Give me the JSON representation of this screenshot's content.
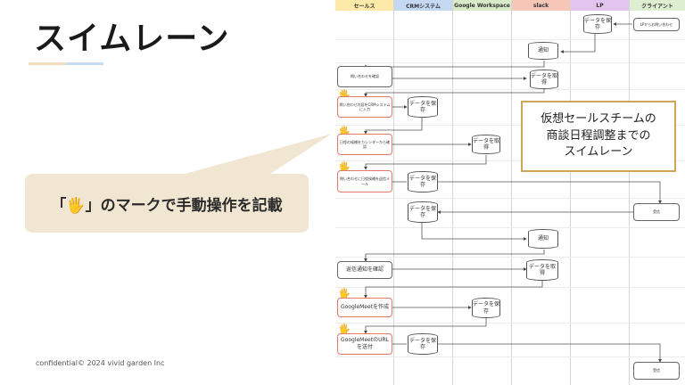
{
  "slide": {
    "title": "スイムレーン",
    "callout": "「🖐」のマークで手動操作を記載",
    "footer": "confidential© 2024 vivid garden Inc"
  },
  "swimlane": {
    "lanes": [
      {
        "label": "セールス",
        "color": "#fde9a8"
      },
      {
        "label": "CRMシステム",
        "color": "#c4d8f2"
      },
      {
        "label": "Google Workspace",
        "color": "#d8eac8"
      },
      {
        "label": "slack",
        "color": "#f6c7b6"
      },
      {
        "label": "LP",
        "color": "#e2c4ee"
      },
      {
        "label": "クライアント",
        "color": "#ddefd0"
      }
    ],
    "hand_icon": "🖐",
    "note": [
      "仮想セールスチームの",
      "商談日程調整までの",
      "スイムレーン"
    ],
    "shapes": {
      "lp_save": "データを保存",
      "client_inquiry": "LPからお問い合わせ",
      "slack_notify_1": "通知",
      "slack_fetch_1": "データを取得",
      "sales_check": "問い合わせを確認",
      "sales_register": "問い合わせ内容をCRMシステムに入力",
      "crm_save_1": "データを保存",
      "sales_calendar": "日程の候補をカレンダーから確認",
      "gws_fetch": "データを取得",
      "sales_mail": "問い合わせに日程候補を返信メール",
      "crm_save_2": "データを保存",
      "crm_save_3": "データを保存",
      "client_receive": "受信",
      "slack_notify_2": "通知",
      "sales_reply_check": "返信通知を確認",
      "slack_fetch_2": "データを取得",
      "sales_meet": "GoogleMeetを作成",
      "gws_save": "データを保存",
      "sales_url": "GoogleMeetのURLを送付",
      "crm_save_4": "データを保存",
      "client_receive_2": "受信"
    }
  }
}
